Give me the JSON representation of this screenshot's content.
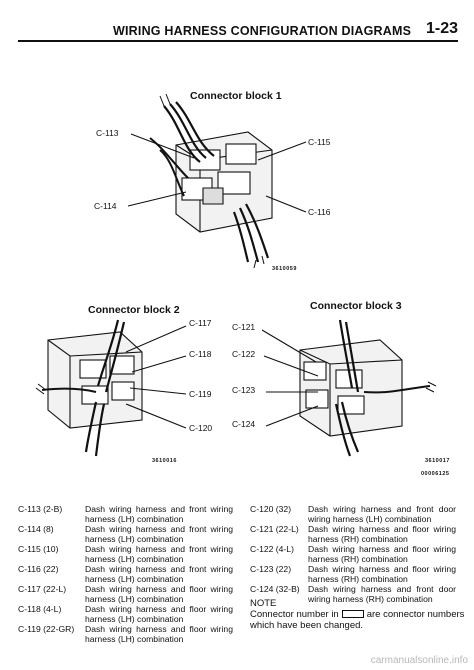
{
  "header": {
    "title": "WIRING HARNESS CONFIGURATION DIAGRAMS",
    "page": "1-23"
  },
  "block1": {
    "title": "Connector block 1",
    "code": "3610059",
    "labels": [
      "C-113",
      "C-114",
      "C-115",
      "C-116"
    ]
  },
  "block2": {
    "title": "Connector block 2",
    "code": "3610016",
    "labels": [
      "C-117",
      "C-118",
      "C-119",
      "C-120"
    ]
  },
  "block3": {
    "title": "Connector block 3",
    "code": "3610017",
    "labels": [
      "C-121",
      "C-122",
      "C-123",
      "C-124"
    ]
  },
  "figure_ref": "00006125",
  "left_list": [
    {
      "code": "C-113 (2-B)",
      "desc": "Dash wiring harness and front wiring harness (LH) combination"
    },
    {
      "code": "C-114 (8)",
      "desc": "Dash wiring harness and front wiring harness (LH) combination"
    },
    {
      "code": "C-115 (10)",
      "desc": "Dash wiring harness and front wiring harness (LH) combination"
    },
    {
      "code": "C-116 (22)",
      "desc": "Dash wiring harness and front wiring harness (LH) combination"
    },
    {
      "code": "C-117 (22-L)",
      "desc": "Dash wiring harness and floor wiring harness (LH) combination"
    },
    {
      "code": "C-118 (4-L)",
      "desc": "Dash wiring harness and floor wiring harness (LH) combination"
    },
    {
      "code": "C-119 (22-GR)",
      "desc": "Dash wiring harness and floor wiring harness (LH) combination"
    }
  ],
  "right_list": [
    {
      "code": "C-120 (32)",
      "desc": "Dash wiring harness and front door wiring harness (LH) combination"
    },
    {
      "code": "C-121 (22-L)",
      "desc": "Dash wiring harness and floor wiring harness (RH) combination"
    },
    {
      "code": "C-122 (4-L)",
      "desc": "Dash wiring harness and floor wiring harness (RH) combination"
    },
    {
      "code": "C-123 (22)",
      "desc": "Dash wiring harness and floor wiring harness (RH) combination"
    },
    {
      "code": "C-124 (32-B)",
      "desc": "Dash wiring harness and front door wiring harness (RH) combination"
    }
  ],
  "note": {
    "heading": "NOTE",
    "line1a": "Connector number in",
    "line1b": "are connector numbers",
    "line2": "which have been changed."
  },
  "watermark": "carmanualsonline.info"
}
